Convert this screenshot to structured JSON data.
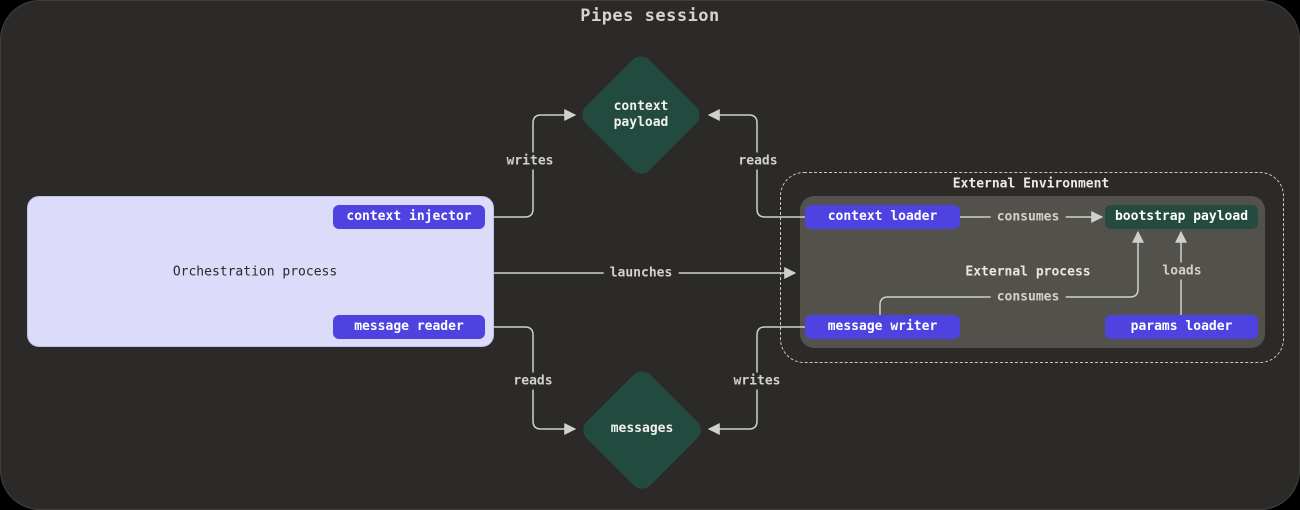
{
  "title": "Pipes session",
  "colors": {
    "background": "#2b2a28",
    "node_purple": "#4e43e1",
    "node_green": "#234a3f",
    "panel_gray": "#53514b",
    "orchestration_fill": "#dcdbf9",
    "line": "#cfcfcd"
  },
  "nodes": {
    "orchestration": {
      "label": "Orchestration process"
    },
    "context_injector": {
      "label": "context injector"
    },
    "message_reader": {
      "label": "message reader"
    },
    "context_payload": {
      "label": "context payload"
    },
    "messages": {
      "label": "messages"
    },
    "external_environment": {
      "label": "External Environment"
    },
    "external_process": {
      "label": "External process"
    },
    "context_loader": {
      "label": "context loader"
    },
    "message_writer": {
      "label": "message writer"
    },
    "bootstrap_payload": {
      "label": "bootstrap payload"
    },
    "params_loader": {
      "label": "params loader"
    }
  },
  "edges": {
    "injector_writes": {
      "label": "writes",
      "from": "context injector",
      "to": "context payload"
    },
    "loader_reads": {
      "label": "reads",
      "from": "context loader",
      "to": "context payload"
    },
    "launches": {
      "label": "launches",
      "from": "Orchestration process",
      "to": "External process"
    },
    "reader_reads": {
      "label": "reads",
      "from": "message reader",
      "to": "messages"
    },
    "writer_writes": {
      "label": "writes",
      "from": "message writer",
      "to": "messages"
    },
    "loader_consumes": {
      "label": "consumes",
      "from": "context loader",
      "to": "bootstrap payload"
    },
    "writer_consumes": {
      "label": "consumes",
      "from": "message writer",
      "to": "bootstrap payload"
    },
    "params_loads": {
      "label": "loads",
      "from": "params loader",
      "to": "bootstrap payload"
    }
  }
}
